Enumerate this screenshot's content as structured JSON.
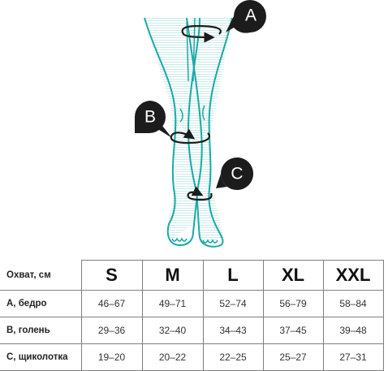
{
  "badges": [
    {
      "letter": "A"
    },
    {
      "letter": "B"
    },
    {
      "letter": "C"
    }
  ],
  "table": {
    "corner_label": "Охват, см",
    "sizes": [
      "S",
      "M",
      "L",
      "XL",
      "XXL"
    ],
    "rows": [
      {
        "label": "A, бедро",
        "values": [
          "46–67",
          "49–71",
          "52–74",
          "56–79",
          "58–84"
        ]
      },
      {
        "label": "B, голень",
        "values": [
          "29–36",
          "32–40",
          "34–43",
          "37–45",
          "39–48"
        ]
      },
      {
        "label": "C, щиколотка",
        "values": [
          "19–20",
          "20–22",
          "22–25",
          "25–27",
          "27–31"
        ]
      }
    ]
  },
  "colors": {
    "leg_outline": "#1aa9a6",
    "badge": "#1c1c1c",
    "arrow": "#1c1c1c",
    "grid": "#7f7f7f"
  }
}
